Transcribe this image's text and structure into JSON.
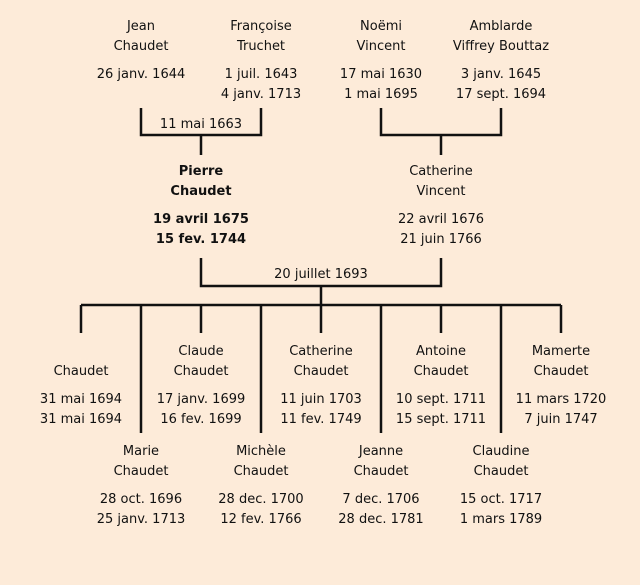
{
  "colors": {
    "background": "#fdebd9",
    "line": "#111111",
    "text": "#111111"
  },
  "grandparents": [
    {
      "first": "Jean",
      "last": "Chaudet",
      "birth": "26 janv. 1644",
      "death": ""
    },
    {
      "first": "Françoise",
      "last": "Truchet",
      "birth": "1 juil. 1643",
      "death": "4 janv. 1713"
    },
    {
      "first": "Noëmi",
      "last": "Vincent",
      "birth": "17 mai 1630",
      "death": "1 mai 1695"
    },
    {
      "first": "Amblarde",
      "last": "Viffrey Bouttaz",
      "birth": "3 janv. 1645",
      "death": "17 sept. 1694"
    }
  ],
  "grandparent_marriages": [
    {
      "date": "11 mai 1663"
    },
    {
      "date": ""
    }
  ],
  "parents": [
    {
      "first": "Pierre",
      "last": "Chaudet",
      "birth": "19 avril 1675",
      "death": "15 fev. 1744",
      "highlight": true
    },
    {
      "first": "Catherine",
      "last": "Vincent",
      "birth": "22 avril 1676",
      "death": "21 juin 1766",
      "highlight": false
    }
  ],
  "parent_marriage": {
    "date": "20 juillet 1693"
  },
  "children": [
    {
      "first": "",
      "last": "Chaudet",
      "birth": "31 mai 1694",
      "death": "31 mai 1694"
    },
    {
      "first": "Marie",
      "last": "Chaudet",
      "birth": "28 oct. 1696",
      "death": "25 janv. 1713"
    },
    {
      "first": "Claude",
      "last": "Chaudet",
      "birth": "17 janv. 1699",
      "death": "16 fev. 1699"
    },
    {
      "first": "Michèle",
      "last": "Chaudet",
      "birth": "28 dec. 1700",
      "death": "12 fev. 1766"
    },
    {
      "first": "Catherine",
      "last": "Chaudet",
      "birth": "11 juin 1703",
      "death": "11 fev. 1749"
    },
    {
      "first": "Jeanne",
      "last": "Chaudet",
      "birth": "7 dec. 1706",
      "death": "28 dec. 1781"
    },
    {
      "first": "Antoine",
      "last": "Chaudet",
      "birth": "10 sept. 1711",
      "death": "15 sept. 1711"
    },
    {
      "first": "Claudine",
      "last": "Chaudet",
      "birth": "15 oct. 1717",
      "death": "1 mars 1789"
    },
    {
      "first": "Mamerte",
      "last": "Chaudet",
      "birth": "11 mars 1720",
      "death": "7 juin 1747"
    }
  ]
}
